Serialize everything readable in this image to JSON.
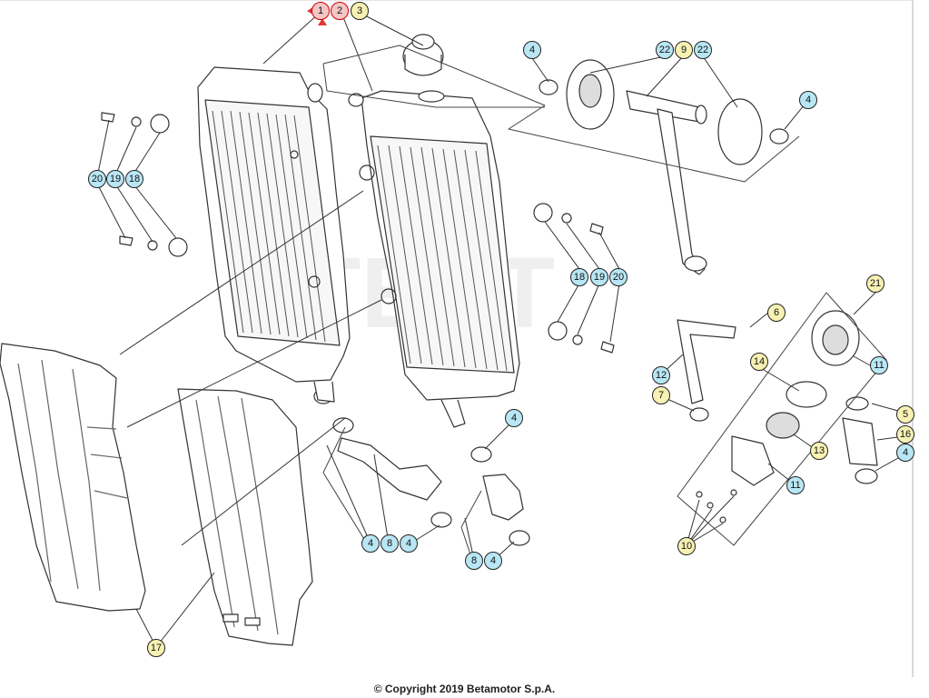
{
  "copyright": "© Copyright 2019 Betamotor S.p.A.",
  "watermark": "TEST",
  "colors": {
    "cyan": "#b8e6f4",
    "yellow": "#f7f2b3",
    "red": "#f5c6c6",
    "line": "#333333"
  },
  "callouts": [
    {
      "id": "c1",
      "n": "1",
      "style": "red"
    },
    {
      "id": "c2",
      "n": "2",
      "style": "red"
    },
    {
      "id": "c3",
      "n": "3",
      "style": "yellow"
    },
    {
      "id": "c4a",
      "n": "4",
      "style": "cyan"
    },
    {
      "id": "c22a",
      "n": "22",
      "style": "cyan"
    },
    {
      "id": "c9",
      "n": "9",
      "style": "yellow"
    },
    {
      "id": "c22b",
      "n": "22",
      "style": "cyan"
    },
    {
      "id": "c4b",
      "n": "4",
      "style": "cyan"
    },
    {
      "id": "c20a",
      "n": "20",
      "style": "cyan"
    },
    {
      "id": "c19a",
      "n": "19",
      "style": "cyan"
    },
    {
      "id": "c18a",
      "n": "18",
      "style": "cyan"
    },
    {
      "id": "c18b",
      "n": "18",
      "style": "cyan"
    },
    {
      "id": "c19b",
      "n": "19",
      "style": "cyan"
    },
    {
      "id": "c20b",
      "n": "20",
      "style": "cyan"
    },
    {
      "id": "c21",
      "n": "21",
      "style": "yellow"
    },
    {
      "id": "c6",
      "n": "6",
      "style": "yellow"
    },
    {
      "id": "c11a",
      "n": "11",
      "style": "cyan"
    },
    {
      "id": "c14",
      "n": "14",
      "style": "yellow"
    },
    {
      "id": "c12",
      "n": "12",
      "style": "cyan"
    },
    {
      "id": "c7",
      "n": "7",
      "style": "yellow"
    },
    {
      "id": "c5",
      "n": "5",
      "style": "yellow"
    },
    {
      "id": "c4c",
      "n": "4",
      "style": "cyan"
    },
    {
      "id": "c16",
      "n": "16",
      "style": "yellow"
    },
    {
      "id": "c4d",
      "n": "4",
      "style": "cyan"
    },
    {
      "id": "c13",
      "n": "13",
      "style": "yellow"
    },
    {
      "id": "c11b",
      "n": "11",
      "style": "cyan"
    },
    {
      "id": "c10",
      "n": "10",
      "style": "yellow"
    },
    {
      "id": "c4e",
      "n": "4",
      "style": "cyan"
    },
    {
      "id": "c8a",
      "n": "8",
      "style": "cyan"
    },
    {
      "id": "c4f",
      "n": "4",
      "style": "cyan"
    },
    {
      "id": "c8b",
      "n": "8",
      "style": "cyan"
    },
    {
      "id": "c4g",
      "n": "4",
      "style": "cyan"
    },
    {
      "id": "c17",
      "n": "17",
      "style": "yellow"
    }
  ]
}
